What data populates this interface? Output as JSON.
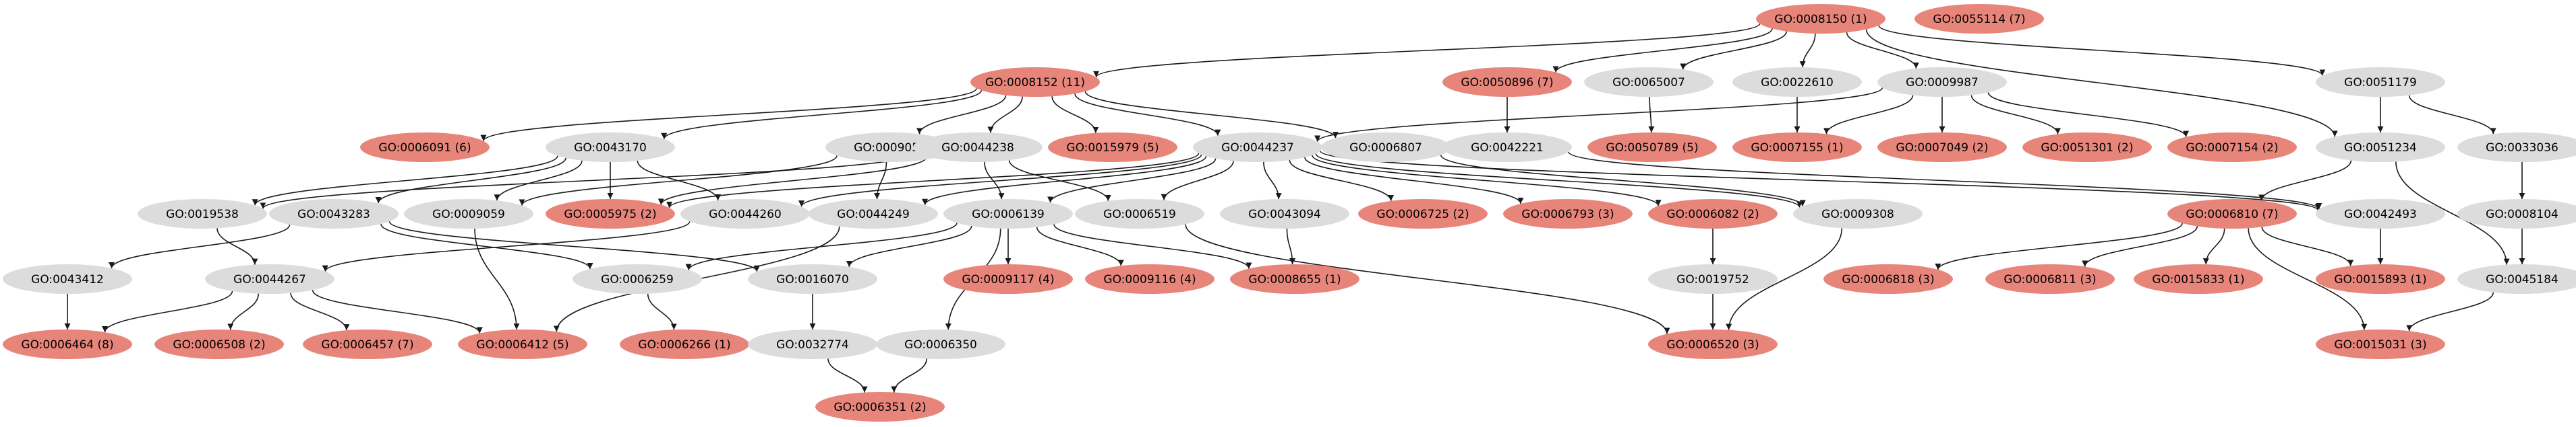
{
  "colors": {
    "highlight": "#e8857a",
    "plain": "#dcdcdc",
    "edge": "#1a1a1a",
    "text": "#000000"
  },
  "nodes": [
    {
      "id": "n8150",
      "label": "GO:0008150 (1)",
      "highlight": true
    },
    {
      "id": "n55114",
      "label": "GO:0055114 (7)",
      "highlight": true
    },
    {
      "id": "n8152",
      "label": "GO:0008152 (11)",
      "highlight": true
    },
    {
      "id": "n50896",
      "label": "GO:0050896 (7)",
      "highlight": true
    },
    {
      "id": "n65007",
      "label": "GO:0065007",
      "highlight": false
    },
    {
      "id": "n22610",
      "label": "GO:0022610",
      "highlight": false
    },
    {
      "id": "n9987",
      "label": "GO:0009987",
      "highlight": false
    },
    {
      "id": "n51179",
      "label": "GO:0051179",
      "highlight": false
    },
    {
      "id": "n6091",
      "label": "GO:0006091 (6)",
      "highlight": true
    },
    {
      "id": "n43170",
      "label": "GO:0043170",
      "highlight": false
    },
    {
      "id": "n9058",
      "label": "GO:0009058",
      "highlight": false
    },
    {
      "id": "n44238",
      "label": "GO:0044238",
      "highlight": false
    },
    {
      "id": "n15979",
      "label": "GO:0015979 (5)",
      "highlight": true
    },
    {
      "id": "n44237",
      "label": "GO:0044237",
      "highlight": false
    },
    {
      "id": "n6807",
      "label": "GO:0006807",
      "highlight": false
    },
    {
      "id": "n42221",
      "label": "GO:0042221",
      "highlight": false
    },
    {
      "id": "n50789",
      "label": "GO:0050789 (5)",
      "highlight": true
    },
    {
      "id": "n7155",
      "label": "GO:0007155 (1)",
      "highlight": true
    },
    {
      "id": "n7049",
      "label": "GO:0007049 (2)",
      "highlight": true
    },
    {
      "id": "n51301",
      "label": "GO:0051301 (2)",
      "highlight": true
    },
    {
      "id": "n7154",
      "label": "GO:0007154 (2)",
      "highlight": true
    },
    {
      "id": "n51234",
      "label": "GO:0051234",
      "highlight": false
    },
    {
      "id": "n33036",
      "label": "GO:0033036",
      "highlight": false
    },
    {
      "id": "n19538",
      "label": "GO:0019538",
      "highlight": false
    },
    {
      "id": "n43283",
      "label": "GO:0043283",
      "highlight": false
    },
    {
      "id": "n9059",
      "label": "GO:0009059",
      "highlight": false
    },
    {
      "id": "n5975",
      "label": "GO:0005975 (2)",
      "highlight": true
    },
    {
      "id": "n44260",
      "label": "GO:0044260",
      "highlight": false
    },
    {
      "id": "n44249",
      "label": "GO:0044249",
      "highlight": false
    },
    {
      "id": "n6139",
      "label": "GO:0006139",
      "highlight": false
    },
    {
      "id": "n6519",
      "label": "GO:0006519",
      "highlight": false
    },
    {
      "id": "n43094",
      "label": "GO:0043094",
      "highlight": false
    },
    {
      "id": "n6725",
      "label": "GO:0006725 (2)",
      "highlight": true
    },
    {
      "id": "n6793",
      "label": "GO:0006793 (3)",
      "highlight": true
    },
    {
      "id": "n6082",
      "label": "GO:0006082 (2)",
      "highlight": true
    },
    {
      "id": "n9308",
      "label": "GO:0009308",
      "highlight": false
    },
    {
      "id": "n6810",
      "label": "GO:0006810 (7)",
      "highlight": true
    },
    {
      "id": "n42493",
      "label": "GO:0042493",
      "highlight": false
    },
    {
      "id": "n8104",
      "label": "GO:0008104",
      "highlight": false
    },
    {
      "id": "n43412",
      "label": "GO:0043412",
      "highlight": false
    },
    {
      "id": "n44267",
      "label": "GO:0044267",
      "highlight": false
    },
    {
      "id": "n6259",
      "label": "GO:0006259",
      "highlight": false
    },
    {
      "id": "n16070",
      "label": "GO:0016070",
      "highlight": false
    },
    {
      "id": "n9117",
      "label": "GO:0009117 (4)",
      "highlight": true
    },
    {
      "id": "n9116",
      "label": "GO:0009116 (4)",
      "highlight": true
    },
    {
      "id": "n8655",
      "label": "GO:0008655 (1)",
      "highlight": true
    },
    {
      "id": "n19752",
      "label": "GO:0019752",
      "highlight": false
    },
    {
      "id": "n6818",
      "label": "GO:0006818 (3)",
      "highlight": true
    },
    {
      "id": "n6811",
      "label": "GO:0006811 (3)",
      "highlight": true
    },
    {
      "id": "n15833",
      "label": "GO:0015833 (1)",
      "highlight": true
    },
    {
      "id": "n15893",
      "label": "GO:0015893 (1)",
      "highlight": true
    },
    {
      "id": "n45184",
      "label": "GO:0045184",
      "highlight": false
    },
    {
      "id": "n6464",
      "label": "GO:0006464 (8)",
      "highlight": true
    },
    {
      "id": "n6508",
      "label": "GO:0006508 (2)",
      "highlight": true
    },
    {
      "id": "n6457",
      "label": "GO:0006457 (7)",
      "highlight": true
    },
    {
      "id": "n6412",
      "label": "GO:0006412 (5)",
      "highlight": true
    },
    {
      "id": "n6266",
      "label": "GO:0006266 (1)",
      "highlight": true
    },
    {
      "id": "n32774",
      "label": "GO:0032774",
      "highlight": false
    },
    {
      "id": "n6350",
      "label": "GO:0006350",
      "highlight": false
    },
    {
      "id": "n6520",
      "label": "GO:0006520 (3)",
      "highlight": true
    },
    {
      "id": "n15031",
      "label": "GO:0015031 (3)",
      "highlight": true
    },
    {
      "id": "n6351",
      "label": "GO:0006351 (2)",
      "highlight": true
    }
  ],
  "edges": [
    [
      "n8150",
      "n8152"
    ],
    [
      "n8150",
      "n50896"
    ],
    [
      "n8150",
      "n65007"
    ],
    [
      "n8150",
      "n22610"
    ],
    [
      "n8150",
      "n9987"
    ],
    [
      "n8150",
      "n51179"
    ],
    [
      "n8150",
      "n51234"
    ],
    [
      "n8152",
      "n6091"
    ],
    [
      "n8152",
      "n43170"
    ],
    [
      "n8152",
      "n9058"
    ],
    [
      "n8152",
      "n44238"
    ],
    [
      "n8152",
      "n15979"
    ],
    [
      "n8152",
      "n44237"
    ],
    [
      "n8152",
      "n6807"
    ],
    [
      "n50896",
      "n42221"
    ],
    [
      "n65007",
      "n50789"
    ],
    [
      "n22610",
      "n7155"
    ],
    [
      "n9987",
      "n44237"
    ],
    [
      "n9987",
      "n7155"
    ],
    [
      "n9987",
      "n7049"
    ],
    [
      "n9987",
      "n51301"
    ],
    [
      "n9987",
      "n7154"
    ],
    [
      "n51179",
      "n51234"
    ],
    [
      "n51179",
      "n33036"
    ],
    [
      "n43170",
      "n19538"
    ],
    [
      "n43170",
      "n43283"
    ],
    [
      "n43170",
      "n9059"
    ],
    [
      "n43170",
      "n5975"
    ],
    [
      "n43170",
      "n44260"
    ],
    [
      "n9058",
      "n9059"
    ],
    [
      "n9058",
      "n44249"
    ],
    [
      "n44238",
      "n19538"
    ],
    [
      "n44238",
      "n5975"
    ],
    [
      "n44238",
      "n6139"
    ],
    [
      "n44238",
      "n6519"
    ],
    [
      "n44237",
      "n44260"
    ],
    [
      "n44237",
      "n44249"
    ],
    [
      "n44237",
      "n6139"
    ],
    [
      "n44237",
      "n6519"
    ],
    [
      "n44237",
      "n43094"
    ],
    [
      "n44237",
      "n6725"
    ],
    [
      "n44237",
      "n6793"
    ],
    [
      "n44237",
      "n6082"
    ],
    [
      "n44237",
      "n9308"
    ],
    [
      "n44237",
      "n5975"
    ],
    [
      "n44237",
      "n42493"
    ],
    [
      "n6807",
      "n9308"
    ],
    [
      "n42221",
      "n42493"
    ],
    [
      "n51234",
      "n6810"
    ],
    [
      "n51234",
      "n45184"
    ],
    [
      "n33036",
      "n8104"
    ],
    [
      "n43283",
      "n43412"
    ],
    [
      "n43283",
      "n6259"
    ],
    [
      "n43283",
      "n16070"
    ],
    [
      "n19538",
      "n44267"
    ],
    [
      "n44260",
      "n44267"
    ],
    [
      "n9059",
      "n6412"
    ],
    [
      "n44249",
      "n6412"
    ],
    [
      "n6139",
      "n6259"
    ],
    [
      "n6139",
      "n16070"
    ],
    [
      "n6139",
      "n9117"
    ],
    [
      "n6139",
      "n9116"
    ],
    [
      "n6139",
      "n8655"
    ],
    [
      "n6139",
      "n6350"
    ],
    [
      "n6519",
      "n6520"
    ],
    [
      "n43094",
      "n8655"
    ],
    [
      "n6082",
      "n19752"
    ],
    [
      "n9308",
      "n6520"
    ],
    [
      "n6810",
      "n6818"
    ],
    [
      "n6810",
      "n6811"
    ],
    [
      "n6810",
      "n15833"
    ],
    [
      "n6810",
      "n15893"
    ],
    [
      "n6810",
      "n15031"
    ],
    [
      "n42493",
      "n15893"
    ],
    [
      "n8104",
      "n45184"
    ],
    [
      "n43412",
      "n6464"
    ],
    [
      "n44267",
      "n6464"
    ],
    [
      "n44267",
      "n6508"
    ],
    [
      "n44267",
      "n6457"
    ],
    [
      "n44267",
      "n6412"
    ],
    [
      "n6259",
      "n6266"
    ],
    [
      "n16070",
      "n32774"
    ],
    [
      "n19752",
      "n6520"
    ],
    [
      "n45184",
      "n15031"
    ],
    [
      "n32774",
      "n6351"
    ],
    [
      "n6350",
      "n6351"
    ]
  ]
}
